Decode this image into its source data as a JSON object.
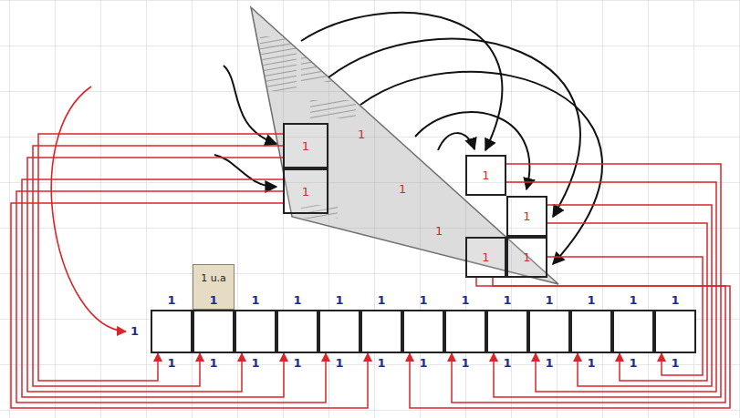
{
  "diagram": {
    "nodes": [
      {
        "text": [
          "1"
        ]
      },
      {
        "text": [
          "1"
        ]
      },
      {
        "text": [
          "1"
        ]
      },
      {
        "text": [
          "1"
        ]
      },
      {
        "text": [
          "1"
        ]
      },
      {
        "text": [
          "1"
        ]
      },
      {
        "text": [
          "1 u.a"
        ]
      },
      {
        "text": [
          "1",
          "1"
        ]
      },
      {
        "text": [
          "1",
          "1"
        ]
      },
      {
        "text": [
          "1",
          "1"
        ]
      },
      {
        "text": [
          "1",
          "1"
        ]
      },
      {
        "text": [
          "1",
          "1"
        ]
      },
      {
        "text": [
          "1",
          "1"
        ]
      },
      {
        "text": [
          "1",
          "1"
        ]
      },
      {
        "text": [
          "1",
          "1"
        ]
      },
      {
        "text": [
          "1",
          "1"
        ]
      },
      {
        "text": [
          "1",
          "1"
        ]
      },
      {
        "text": [
          "1",
          "1"
        ]
      },
      {
        "text": [
          "1",
          "1"
        ]
      },
      {
        "text": [
          "1",
          "1"
        ]
      }
    ],
    "edges": [
      {
        "from": 0,
        "to": 7,
        "arrow": "to"
      },
      {
        "from": 0,
        "to": 8,
        "arrow": "to"
      },
      {
        "from": 0,
        "to": 9,
        "arrow": "to"
      },
      {
        "from": 1,
        "to": 10,
        "arrow": "to"
      },
      {
        "from": 1,
        "to": 11,
        "arrow": "to"
      },
      {
        "from": 1,
        "to": 12,
        "arrow": "to"
      },
      {
        "from": 4,
        "to": 13,
        "arrow": "to"
      },
      {
        "from": 4,
        "to": 14,
        "arrow": "to"
      },
      {
        "from": 2,
        "to": 15,
        "arrow": "to"
      },
      {
        "from": 2,
        "to": 16,
        "arrow": "to"
      },
      {
        "from": 3,
        "to": 17,
        "arrow": "to"
      },
      {
        "from": 3,
        "to": 18,
        "arrow": "to"
      },
      {
        "from": 5,
        "to": 19,
        "arrow": "to"
      }
    ],
    "labels": [
      "1",
      "1",
      "1",
      "1"
    ]
  }
}
